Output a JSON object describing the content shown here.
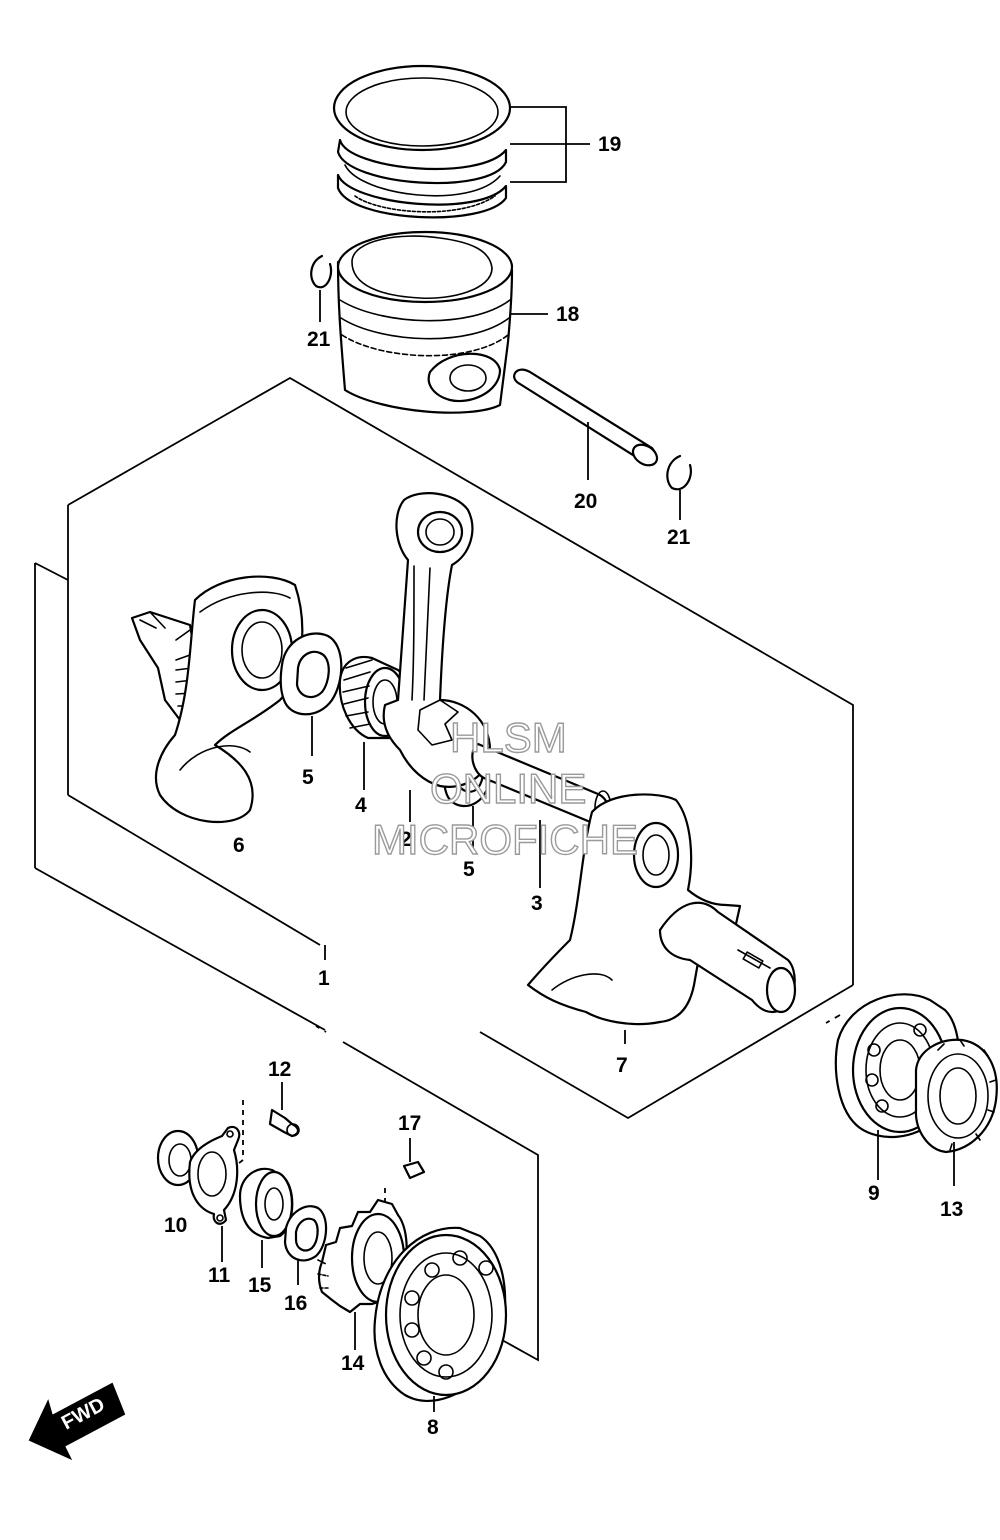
{
  "watermark": {
    "line1": "HLSM",
    "line2": "ONLINE",
    "line3": "MICROFICHE"
  },
  "direction_label": "FWD",
  "callouts": {
    "c1": "1",
    "c2": "2",
    "c3": "3",
    "c4": "4",
    "c5a": "5",
    "c5b": "5",
    "c6": "6",
    "c7": "7",
    "c8": "8",
    "c9": "9",
    "c10": "10",
    "c11": "11",
    "c12": "12",
    "c13": "13",
    "c14": "14",
    "c15": "15",
    "c16": "16",
    "c17": "17",
    "c18": "18",
    "c19": "19",
    "c20": "20",
    "c21a": "21",
    "c21b": "21"
  }
}
